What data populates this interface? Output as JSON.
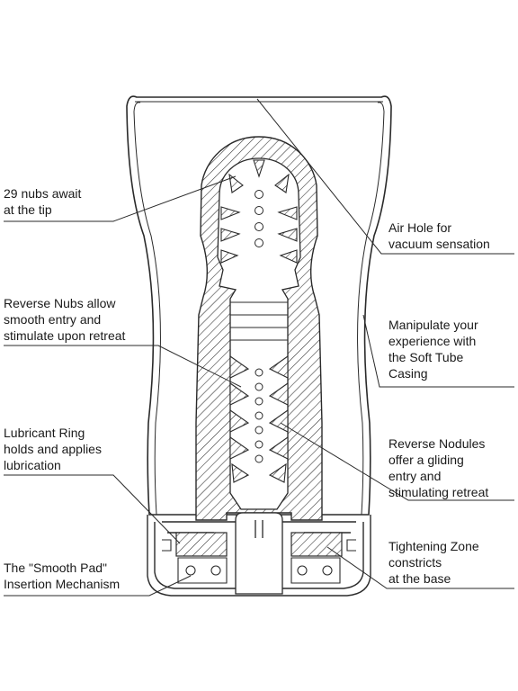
{
  "colors": {
    "ink": "#2a2a2a",
    "background": "#ffffff"
  },
  "labels": {
    "nubs_tip": [
      "29 nubs await",
      "at the tip"
    ],
    "reverse_nubs": [
      "Reverse Nubs allow",
      "smooth entry and",
      "stimulate upon retreat"
    ],
    "lubricant_ring": [
      "Lubricant Ring",
      "holds and applies",
      "lubrication"
    ],
    "smooth_pad": [
      "The \"Smooth Pad\"",
      "Insertion Mechanism"
    ],
    "air_hole": [
      "Air Hole for",
      "vacuum sensation"
    ],
    "soft_tube": [
      "Manipulate your",
      "experience with",
      "the Soft Tube",
      "Casing"
    ],
    "reverse_nodules": [
      "Reverse Nodules",
      "offer a gliding",
      "entry and",
      "stimulating retreat"
    ],
    "tightening_zone": [
      "Tightening Zone",
      "constricts",
      "at the base"
    ]
  }
}
